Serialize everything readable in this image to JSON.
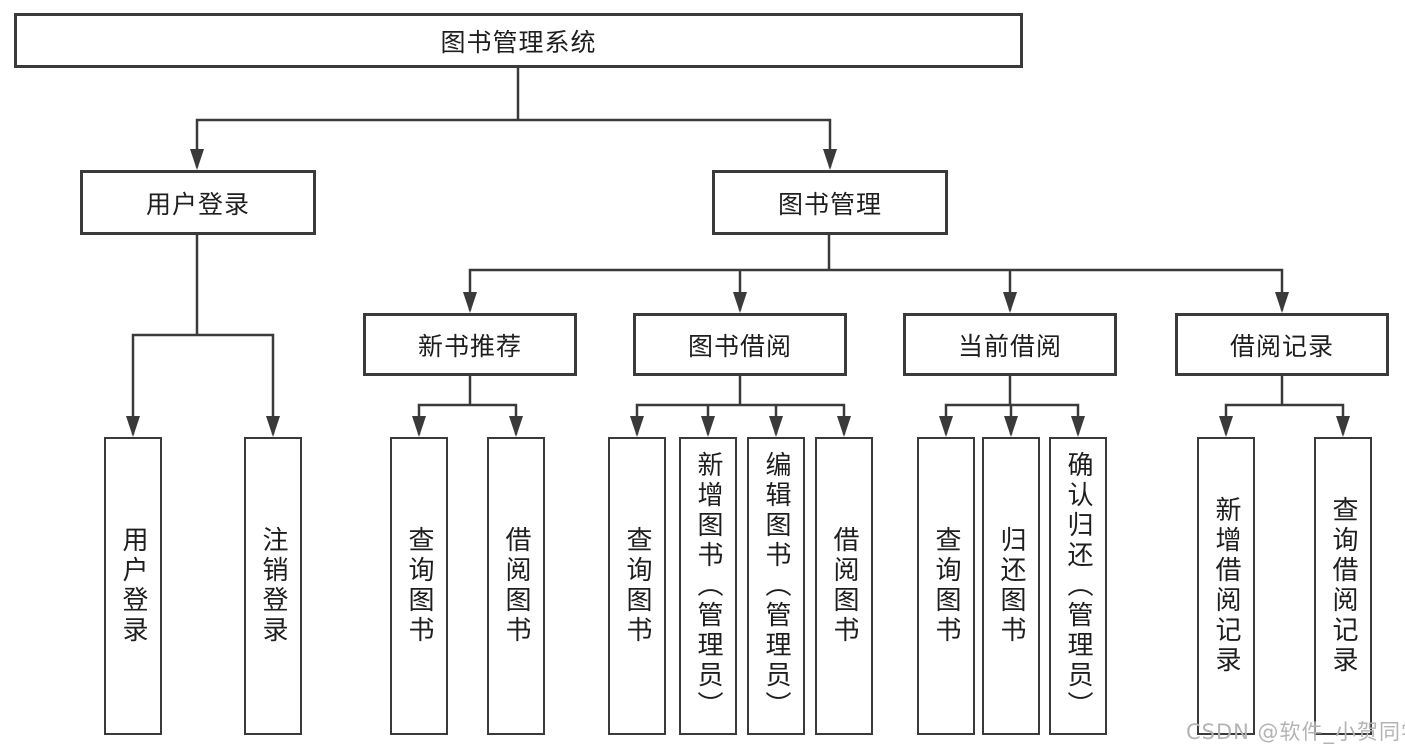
{
  "watermark": "CSDN @软件_小贺同学",
  "colors": {
    "line": "#3a3a3a",
    "box_border": "#3a3a3a",
    "text": "#1e1e1e",
    "watermark": "#b4b4b4",
    "background": "#ffffff"
  },
  "tree": {
    "label": "图书管理系统",
    "children": [
      {
        "label": "用户登录",
        "children": [
          {
            "label": "用户登录"
          },
          {
            "label": "注销登录"
          }
        ]
      },
      {
        "label": "图书管理",
        "children": [
          {
            "label": "新书推荐",
            "children": [
              {
                "label": "查询图书"
              },
              {
                "label": "借阅图书"
              }
            ]
          },
          {
            "label": "图书借阅",
            "children": [
              {
                "label": "查询图书"
              },
              {
                "label": "新增图书（管理员）"
              },
              {
                "label": "编辑图书（管理员）"
              },
              {
                "label": "借阅图书"
              }
            ]
          },
          {
            "label": "当前借阅",
            "children": [
              {
                "label": "查询图书"
              },
              {
                "label": "归还图书"
              },
              {
                "label": "确认归还（管理员）"
              }
            ]
          },
          {
            "label": "借阅记录",
            "children": [
              {
                "label": "新增借阅记录"
              },
              {
                "label": "查询借阅记录"
              }
            ]
          }
        ]
      }
    ]
  }
}
